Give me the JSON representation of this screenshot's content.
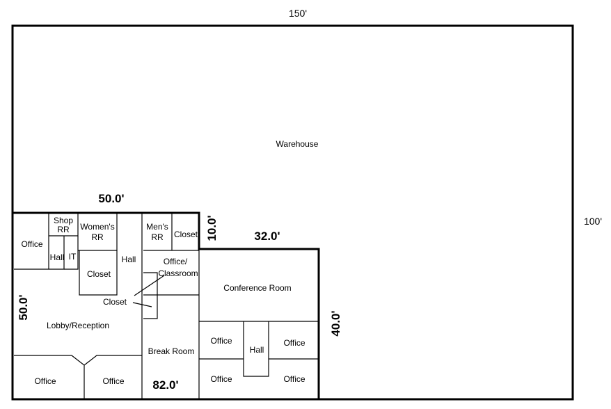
{
  "dimensions": {
    "warehouse_width": "150'",
    "warehouse_depth": "100'",
    "office_width": "50.0'",
    "office_depth": "50.0'",
    "offset_depth": "10.0'",
    "conference_width": "32.0'",
    "conference_depth": "40.0'",
    "office_total": "82.0'"
  },
  "rooms": {
    "warehouse": "Warehouse",
    "office_nw": "Office",
    "shop_rr": [
      "Shop",
      "RR"
    ],
    "womens_rr": [
      "Women's",
      "RR"
    ],
    "mens_rr": [
      "Men's",
      "RR"
    ],
    "closet_top": "Closet",
    "hall_small": "Hall",
    "it": "IT",
    "closet_mid": "Closet",
    "hall_center": "Hall",
    "office_classroom": [
      "Office/",
      "Classroom"
    ],
    "closet_callout": "Closet",
    "conference": "Conference Room",
    "lobby": "Lobby/Reception",
    "break_room": "Break Room",
    "office_sw1": "Office",
    "office_sw2": "Office",
    "office_c1": "Office",
    "office_c2": "Office",
    "hall_lower": "Hall",
    "office_e1": "Office",
    "office_e2": "Office"
  }
}
